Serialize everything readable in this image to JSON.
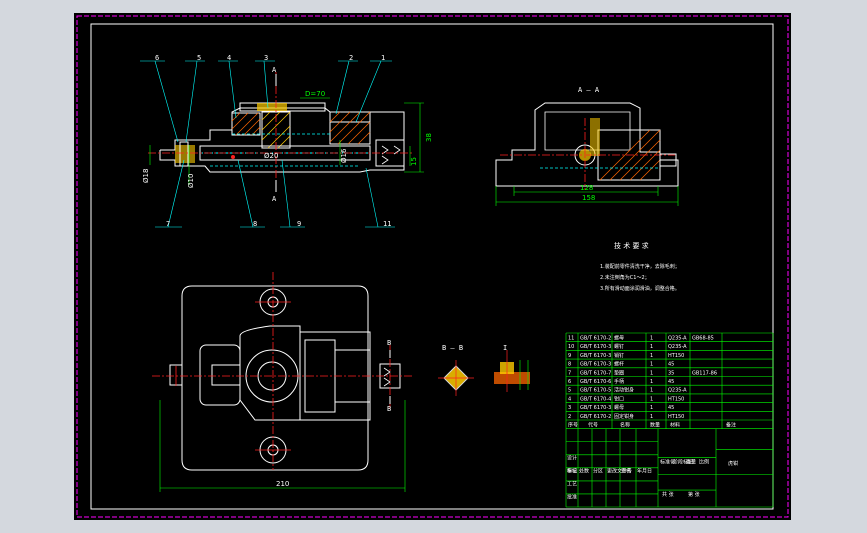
{
  "drawing": {
    "colors": {
      "background": "#d4d8de",
      "sheet": "#000000",
      "outer_border": "#ff00ff",
      "inner_border": "#ffffff",
      "outline": "#ffffff",
      "center_line": "#ff2020",
      "dimension": "#00ff00",
      "hidden": "#00ffff",
      "hatch": "#ffcc00",
      "leader": "#00ffff",
      "table_line": "#00ff00",
      "section_fill": "#ff6600"
    },
    "part_numbers_top": [
      "6",
      "5",
      "4",
      "3",
      "2",
      "1"
    ],
    "part_numbers_bottom": [
      "7",
      "8",
      "9",
      "11"
    ],
    "section_marker": "A",
    "section_marker_b": "B",
    "dim_top_note": "D=70",
    "dim_height": "38",
    "dim_small": "15",
    "dim_bore": "Ø16",
    "dim_shaft": "Ø20",
    "dim_left_a": "Ø18",
    "dim_left_b": "Ø10",
    "view_aa_title": "A — A",
    "view_aa_dim_inner": "128",
    "view_aa_dim_outer": "158",
    "plan_dim_width": "210",
    "view_bb_title": "B — B",
    "detail_label": "I",
    "tech_req_title": "技 术 要 求",
    "tech_req_lines": [
      "1.装配前零件清洗干净，去除毛刺；",
      "2.未注倒角为C1～2；",
      "3.所有滑动面涂润滑油，调整合格。"
    ]
  },
  "parts_list": {
    "columns": [
      "序号",
      "代号",
      "名称",
      "数量",
      "材料",
      "备注"
    ],
    "rows": [
      {
        "no": "11",
        "code": "GB/T 6170-2",
        "name": "螺母",
        "qty": "1",
        "mat": "Q235-A",
        "note": "GB68-85"
      },
      {
        "no": "10",
        "code": "GB/T 6170-3",
        "name": "螺钉",
        "qty": "1",
        "mat": "Q235-A",
        "note": ""
      },
      {
        "no": "9",
        "code": "GB/T 6170-3",
        "name": "销钉",
        "qty": "1",
        "mat": "HT150",
        "note": ""
      },
      {
        "no": "8",
        "code": "GB/T 6170-3",
        "name": "螺杆",
        "qty": "1",
        "mat": "45",
        "note": ""
      },
      {
        "no": "7",
        "code": "GB/T 6170-7",
        "name": "垫圈",
        "qty": "1",
        "mat": "35",
        "note": "GB117-86"
      },
      {
        "no": "6",
        "code": "GB/T 6170-6",
        "name": "手柄",
        "qty": "1",
        "mat": "45",
        "note": ""
      },
      {
        "no": "5",
        "code": "GB/T 6170-5",
        "name": "活动钳身",
        "qty": "1",
        "mat": "Q235-A",
        "note": ""
      },
      {
        "no": "4",
        "code": "GB/T 6170-4",
        "name": "钳口",
        "qty": "1",
        "mat": "HT150",
        "note": ""
      },
      {
        "no": "3",
        "code": "GB/T 6170-3",
        "name": "螺母",
        "qty": "1",
        "mat": "45",
        "note": ""
      },
      {
        "no": "2",
        "code": "GB/T 6170-2",
        "name": "固定钳身",
        "qty": "1",
        "mat": "HT150",
        "note": ""
      }
    ],
    "title_block": {
      "cells": [
        "标记",
        "处数",
        "分区",
        "更改文件号",
        "签名",
        "年月日"
      ],
      "roles": [
        "设计",
        "审核",
        "工艺",
        "批准"
      ],
      "mid": [
        "标准化",
        "阶段标记",
        "重量",
        "比例"
      ],
      "mid2": [
        "共 张",
        "第 张"
      ],
      "drawing_name": "虎钳"
    }
  }
}
